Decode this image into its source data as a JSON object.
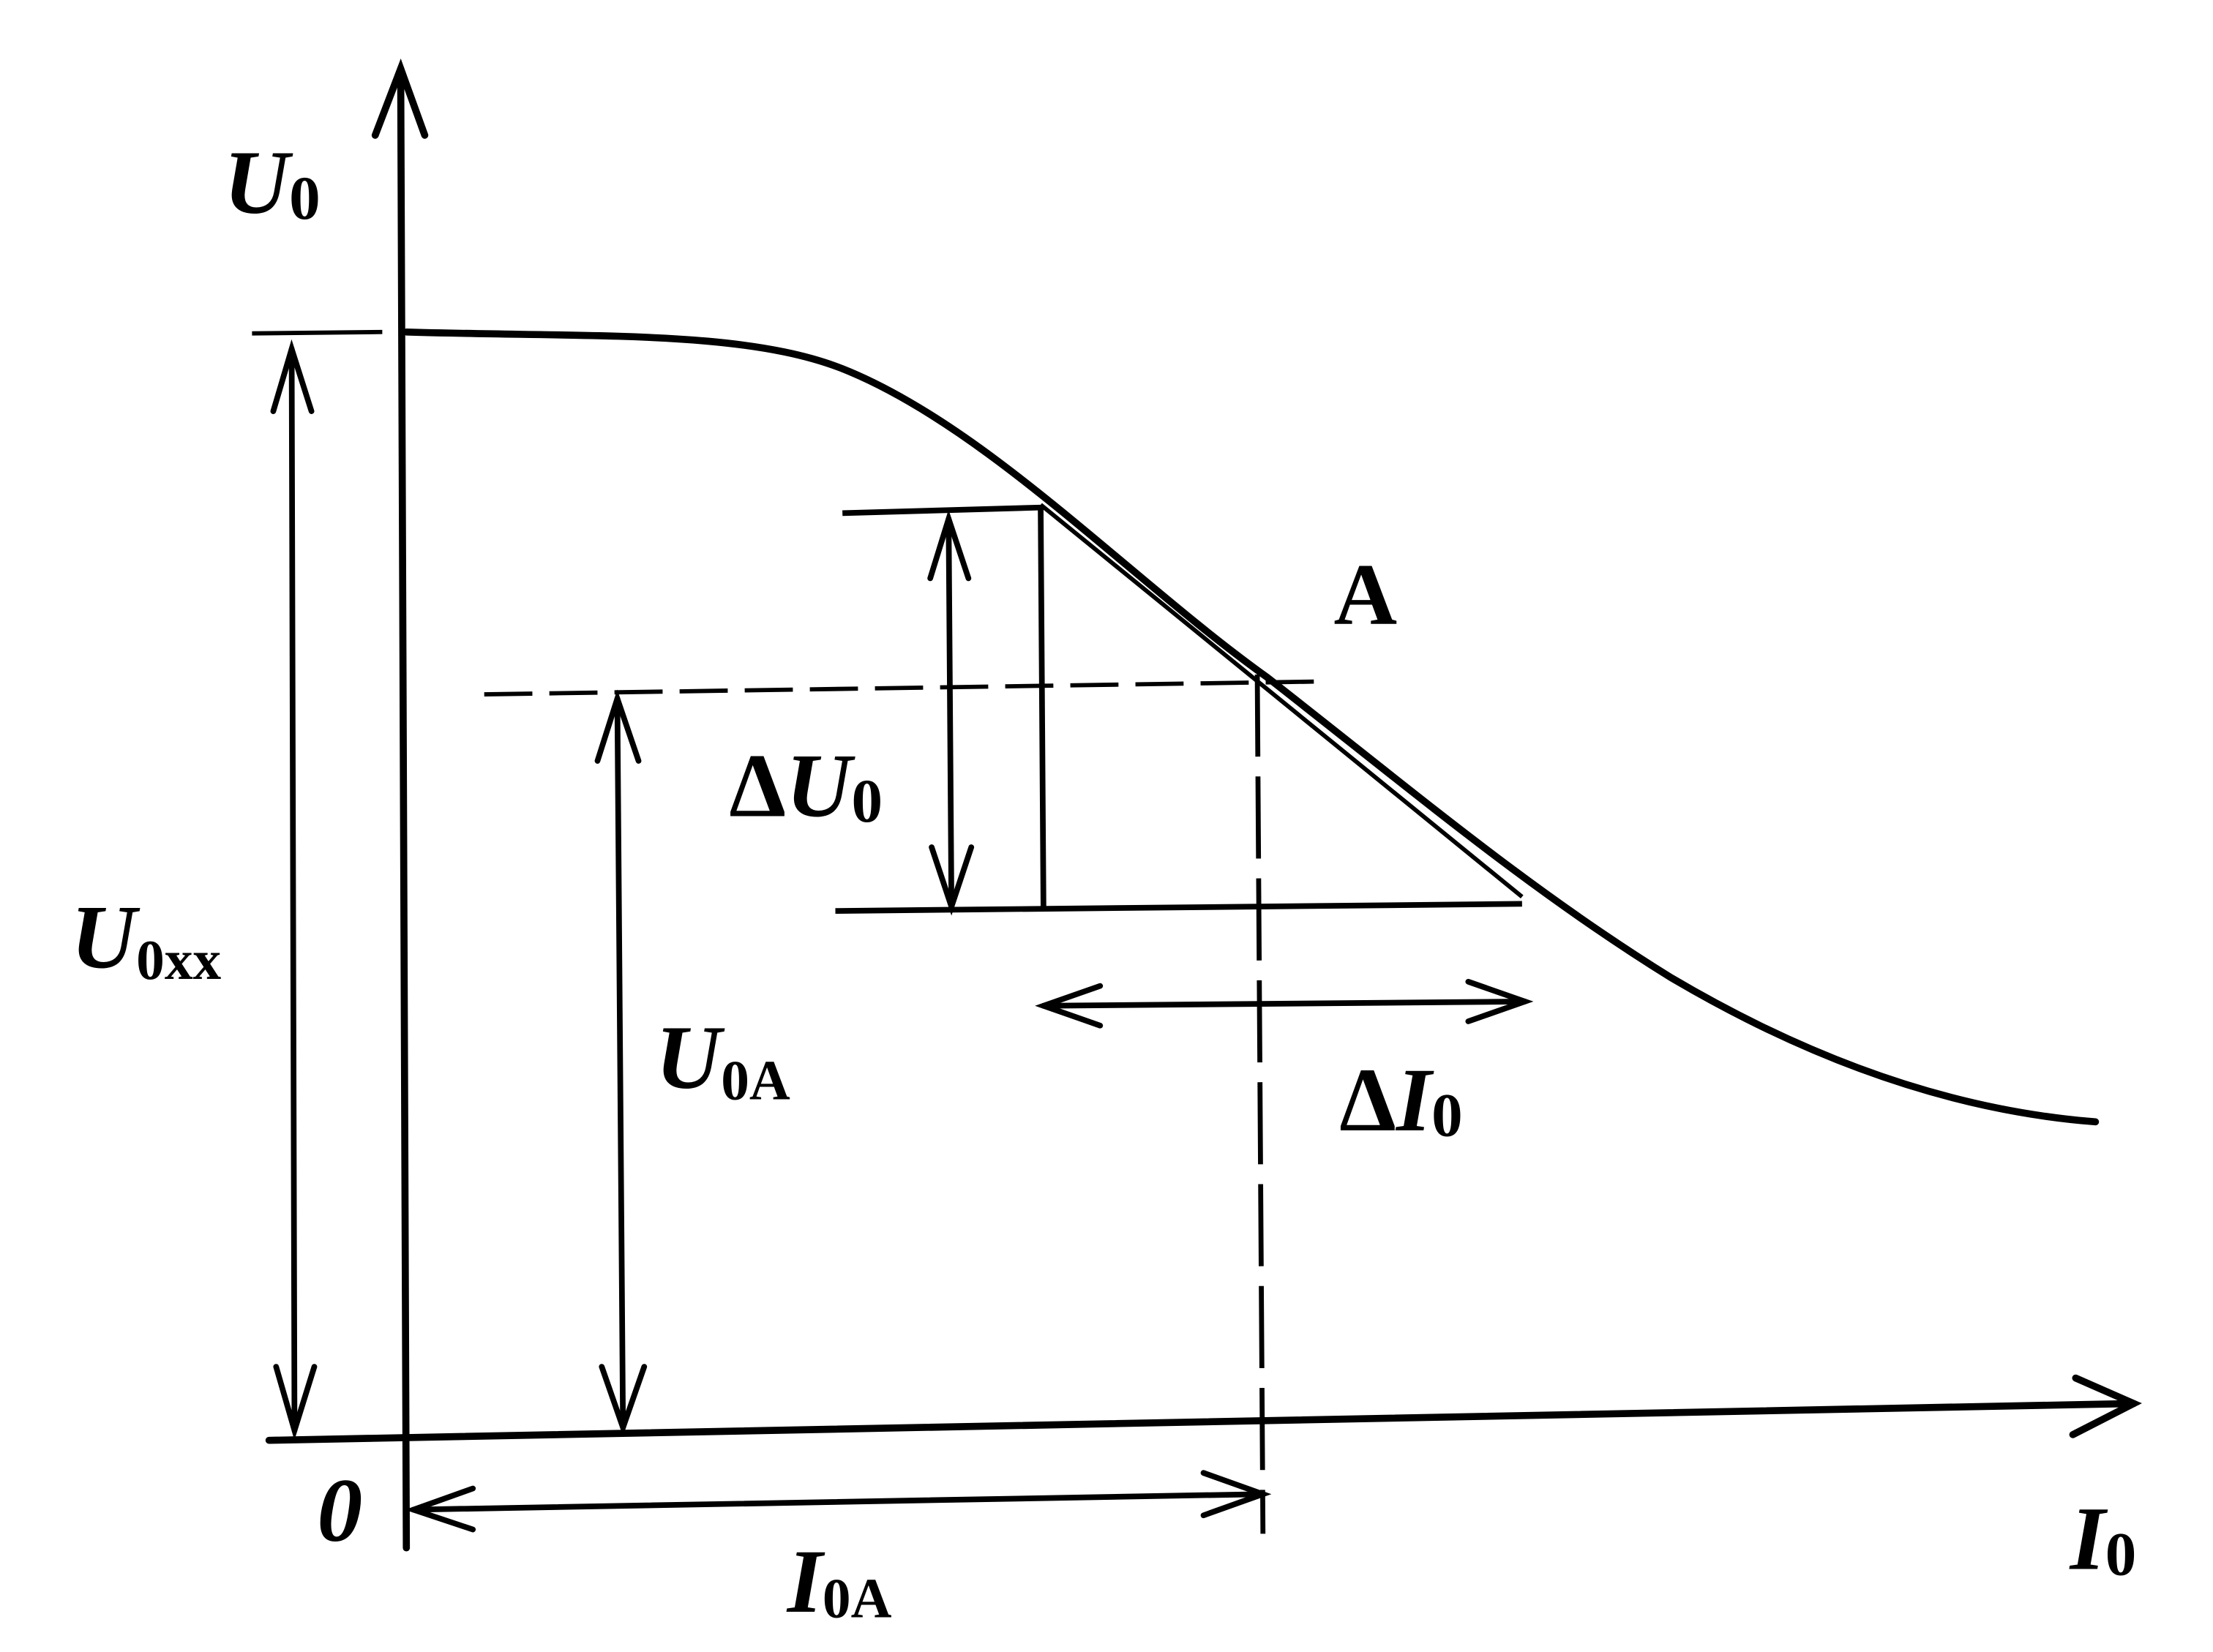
{
  "axes": {
    "y_label": {
      "main": "U",
      "sub": "0"
    },
    "x_label": {
      "main": "I",
      "sub": "0"
    },
    "origin_label": "0"
  },
  "annotations": {
    "point": "A",
    "u0xx": {
      "main": "U",
      "sub": "0xx"
    },
    "u0a": {
      "main": "U",
      "sub": "0A"
    },
    "i0a": {
      "main": "I",
      "sub": "0A"
    },
    "delta_u0": {
      "delta": "Δ",
      "main": "U",
      "sub": "0"
    },
    "delta_i0": {
      "delta": "Δ",
      "main": "I",
      "sub": "0"
    }
  },
  "colors": {
    "ink": "#000000",
    "background": "#ffffff"
  }
}
